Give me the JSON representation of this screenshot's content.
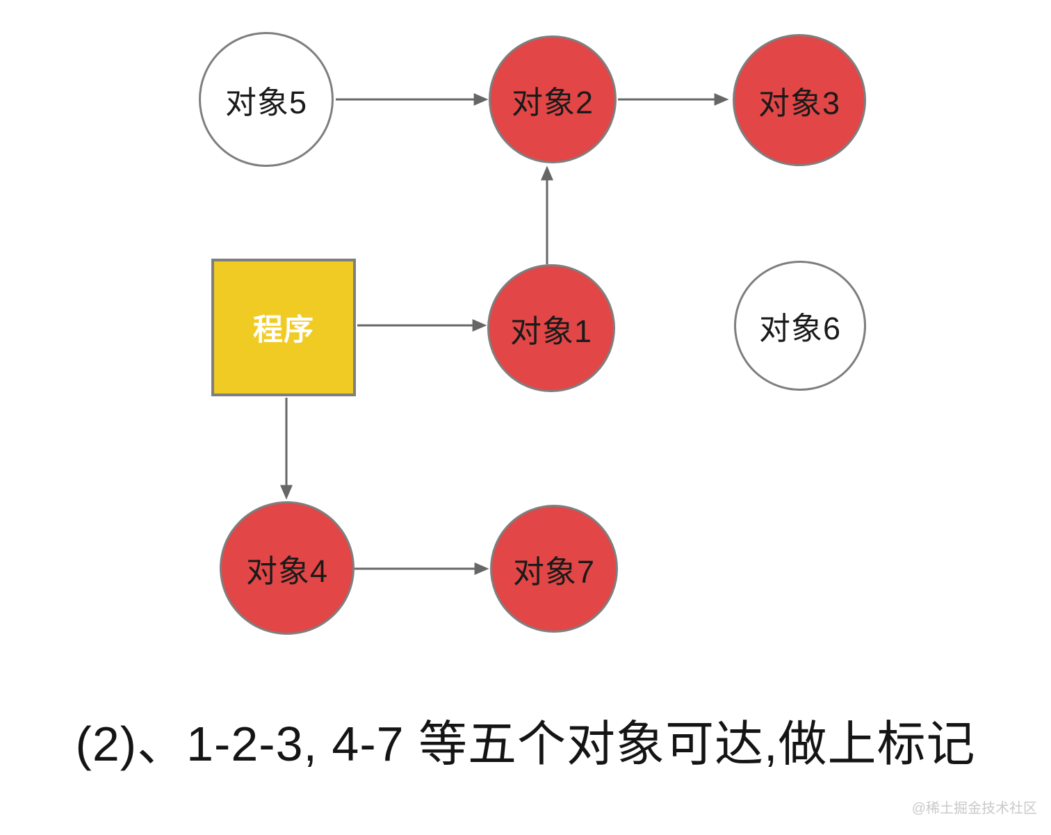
{
  "colors": {
    "page-bg": "#ffffff",
    "marked-fill": "#e34646",
    "unmarked-fill": "#ffffff",
    "program-fill": "#f0cb23",
    "node-stroke": "#7e7e7e",
    "arrow": "#666666",
    "node-text": "#1a1a1a",
    "program-text": "#ffffff",
    "caption-text": "#141414",
    "watermark-text": "#c9c9c9"
  },
  "nodes": {
    "program": {
      "label": "程序",
      "shape": "square",
      "marked": true
    },
    "obj1": {
      "label": "对象1",
      "shape": "circle",
      "marked": true
    },
    "obj2": {
      "label": "对象2",
      "shape": "circle",
      "marked": true
    },
    "obj3": {
      "label": "对象3",
      "shape": "circle",
      "marked": true
    },
    "obj4": {
      "label": "对象4",
      "shape": "circle",
      "marked": true
    },
    "obj5": {
      "label": "对象5",
      "shape": "circle",
      "marked": false
    },
    "obj6": {
      "label": "对象6",
      "shape": "circle",
      "marked": false
    },
    "obj7": {
      "label": "对象7",
      "shape": "circle",
      "marked": true
    }
  },
  "edges": [
    {
      "from": "obj5",
      "to": "obj2"
    },
    {
      "from": "obj2",
      "to": "obj3"
    },
    {
      "from": "obj1",
      "to": "obj2"
    },
    {
      "from": "program",
      "to": "obj1"
    },
    {
      "from": "program",
      "to": "obj4"
    },
    {
      "from": "obj4",
      "to": "obj7"
    }
  ],
  "caption": {
    "text": "(2)、1-2-3, 4-7 等五个对象可达,做上标记"
  },
  "watermark": {
    "text": "@稀土掘金技术社区"
  }
}
